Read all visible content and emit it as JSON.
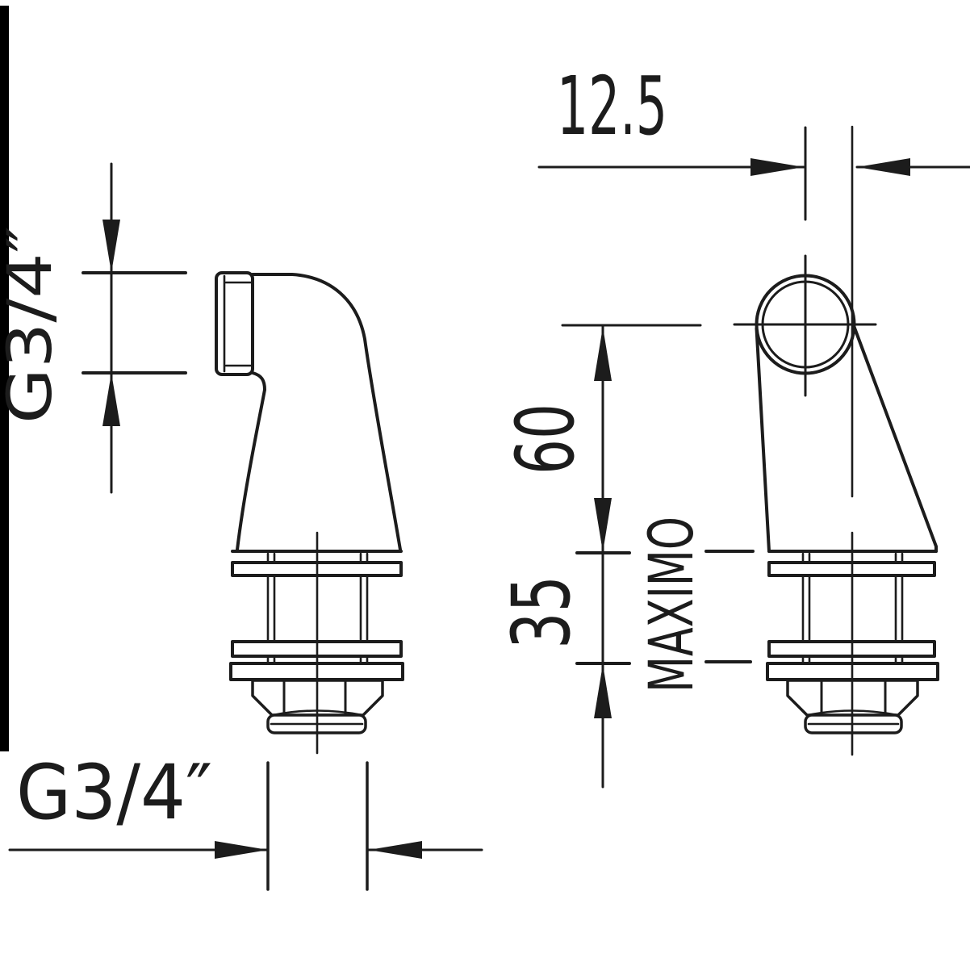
{
  "title": "Faucet fitting dimension drawing",
  "labels": {
    "spout_thread": "G3/4″",
    "shank_thread": "G3/4″",
    "offset_dim": "12.5",
    "height_dim": "60",
    "max_depth_dim": "35",
    "max_note": "MAXIMO"
  },
  "colors": {
    "line": "#1c1c1c",
    "background": "#ffffff",
    "strip": "#000000"
  }
}
